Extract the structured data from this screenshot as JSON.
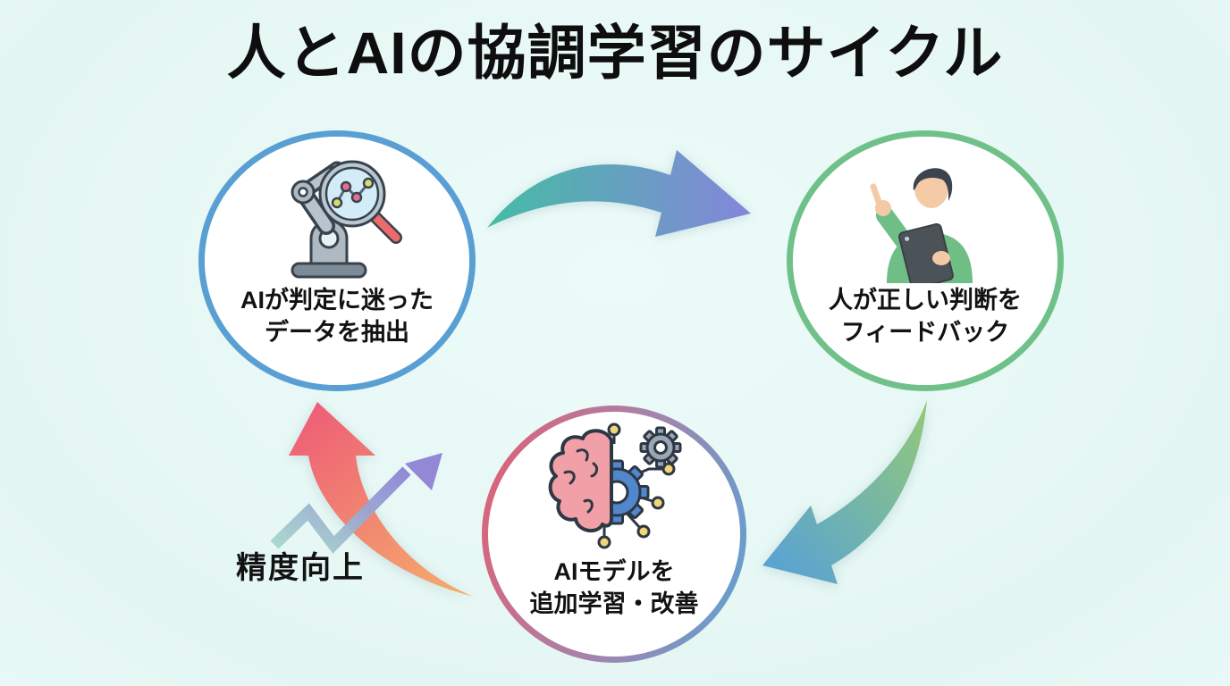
{
  "title": "人とAIの協調学習のサイクル",
  "background_color": "#e7f7f4",
  "text_color": "#121212",
  "nodes": [
    {
      "id": "ai-extract",
      "line1": "AIが判定に迷った",
      "line2": "データを抽出",
      "border_color": "#5a9fd4",
      "icon": "robot-arm-magnifier-icon"
    },
    {
      "id": "human-feedback",
      "line1": "人が正しい判断を",
      "line2": "フィードバック",
      "border_color": "#70c189",
      "icon": "person-tablet-icon"
    },
    {
      "id": "model-retrain",
      "line1": "AIモデルを",
      "line2": "追加学習・改善",
      "border_gradient": [
        "#e25f72",
        "#5ba3d4"
      ],
      "icon": "brain-gear-icon"
    }
  ],
  "arrows": [
    {
      "id": "extract-to-feedback",
      "from": "ai-extract",
      "to": "human-feedback",
      "gradient": [
        "#45bca4",
        "#8486da"
      ]
    },
    {
      "id": "feedback-to-retrain",
      "from": "human-feedback",
      "to": "model-retrain",
      "gradient": [
        "#93c979",
        "#55a0da"
      ]
    },
    {
      "id": "retrain-to-extract",
      "from": "model-retrain",
      "to": "ai-extract",
      "gradient": [
        "#ee5f76",
        "#f5ad6c"
      ]
    }
  ],
  "annotation": {
    "label": "精度向上",
    "trend_gradient": [
      "#a7d6cd",
      "#8d82d4"
    ]
  }
}
